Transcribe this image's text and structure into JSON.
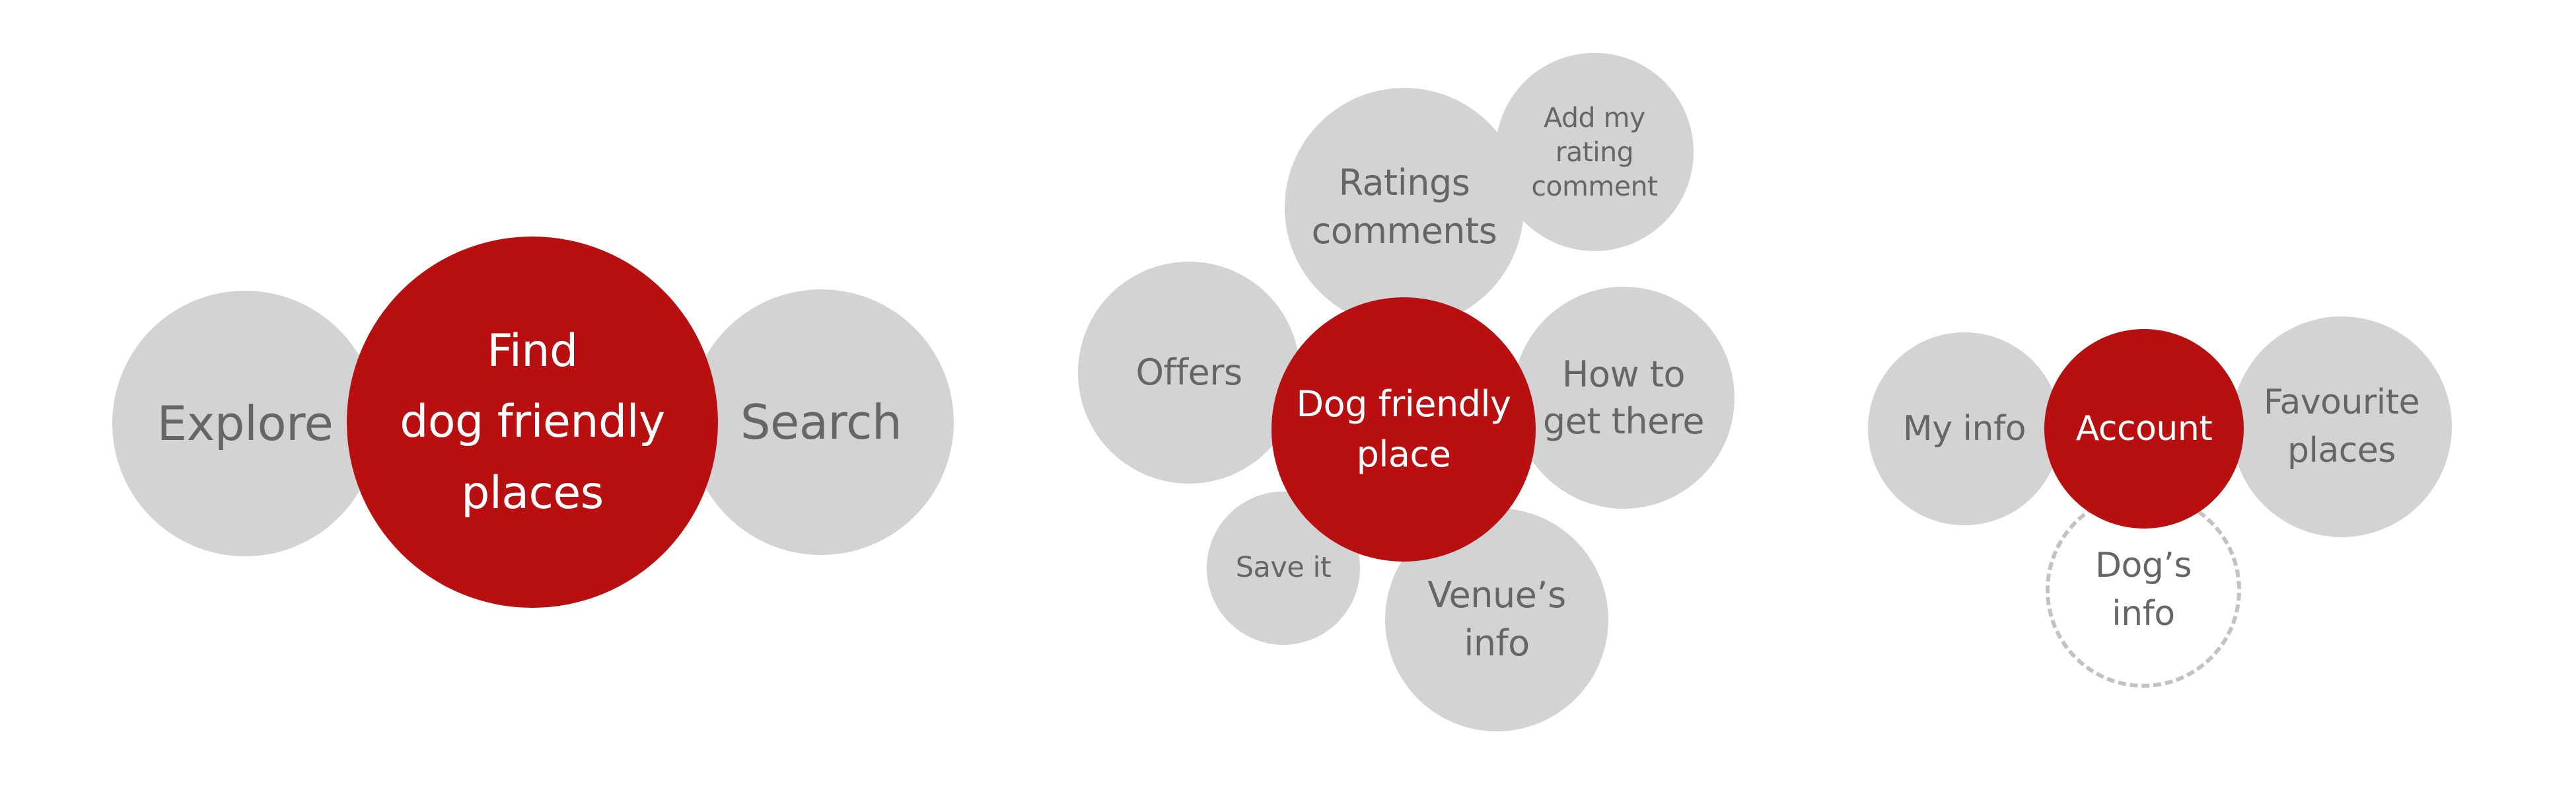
{
  "colors": {
    "primary": "#b81010",
    "secondary": "#d3d3d3",
    "secondary_text": "#666666",
    "primary_text": "#ffffff",
    "dashed_border": "#c2c2c2",
    "background": "#ffffff"
  },
  "clusters": [
    {
      "center": {
        "label": "Find\ndog friendly\nplaces",
        "style": "primary"
      },
      "nodes": [
        {
          "label": "Explore",
          "style": "secondary"
        },
        {
          "label": "Search",
          "style": "secondary"
        }
      ]
    },
    {
      "center": {
        "label": "Dog friendly\nplace",
        "style": "primary"
      },
      "nodes": [
        {
          "label": "Ratings\ncomments",
          "style": "secondary"
        },
        {
          "label": "Add my\nrating\ncomment",
          "style": "secondary"
        },
        {
          "label": "Offers",
          "style": "secondary"
        },
        {
          "label": "How to\nget there",
          "style": "secondary"
        },
        {
          "label": "Save it",
          "style": "secondary"
        },
        {
          "label": "Venue’s\ninfo",
          "style": "secondary"
        }
      ]
    },
    {
      "center": {
        "label": "Account",
        "style": "primary"
      },
      "nodes": [
        {
          "label": "My info",
          "style": "secondary"
        },
        {
          "label": "Favourite\nplaces",
          "style": "secondary"
        },
        {
          "label": "Dog’s\ninfo",
          "style": "dashed"
        }
      ]
    }
  ]
}
